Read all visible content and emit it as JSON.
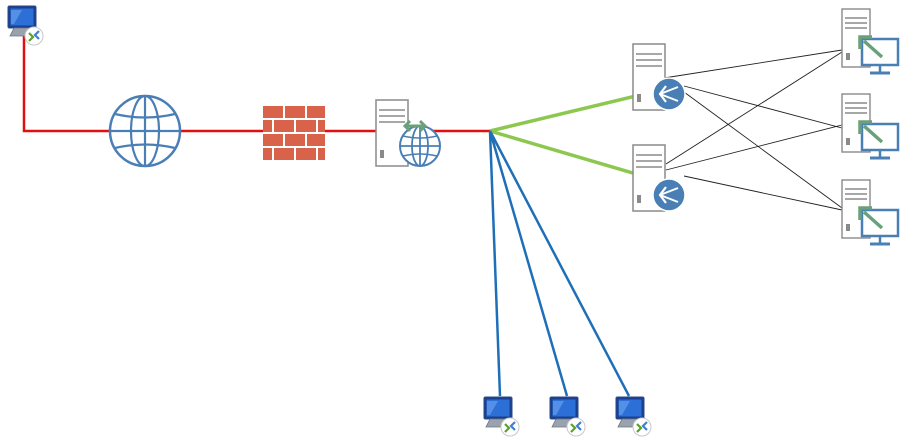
{
  "diagram": {
    "nodes": [
      {
        "id": "remote-client-top",
        "kind": "rdp-client",
        "icon": "remote-desktop-client-icon"
      },
      {
        "id": "internet",
        "kind": "internet",
        "icon": "globe-icon"
      },
      {
        "id": "firewall",
        "kind": "firewall",
        "icon": "brick-firewall-icon"
      },
      {
        "id": "gateway-server",
        "kind": "gateway",
        "icon": "gateway-server-icon"
      },
      {
        "id": "broker-1",
        "kind": "broker",
        "icon": "connection-broker-server-icon"
      },
      {
        "id": "broker-2",
        "kind": "broker",
        "icon": "connection-broker-server-icon"
      },
      {
        "id": "session-host-1",
        "kind": "session-host",
        "icon": "session-host-server-icon"
      },
      {
        "id": "session-host-2",
        "kind": "session-host",
        "icon": "session-host-server-icon"
      },
      {
        "id": "session-host-3",
        "kind": "session-host",
        "icon": "session-host-server-icon"
      },
      {
        "id": "internal-client-1",
        "kind": "rdp-client",
        "icon": "remote-desktop-client-icon"
      },
      {
        "id": "internal-client-2",
        "kind": "rdp-client",
        "icon": "remote-desktop-client-icon"
      },
      {
        "id": "internal-client-3",
        "kind": "rdp-client",
        "icon": "remote-desktop-client-icon"
      }
    ],
    "links": [
      {
        "from": "remote-client-top",
        "to": "internet",
        "style": "external"
      },
      {
        "from": "internet",
        "to": "firewall",
        "style": "external"
      },
      {
        "from": "firewall",
        "to": "gateway-server",
        "style": "external"
      },
      {
        "from": "gateway-server",
        "to": "hub",
        "style": "external"
      },
      {
        "from": "hub",
        "to": "broker-1",
        "style": "broker"
      },
      {
        "from": "hub",
        "to": "broker-2",
        "style": "broker"
      },
      {
        "from": "hub",
        "to": "internal-client-1",
        "style": "internal"
      },
      {
        "from": "hub",
        "to": "internal-client-2",
        "style": "internal"
      },
      {
        "from": "hub",
        "to": "internal-client-3",
        "style": "internal"
      },
      {
        "from": "broker-1",
        "to": "session-host-1",
        "style": "mesh"
      },
      {
        "from": "broker-1",
        "to": "session-host-2",
        "style": "mesh"
      },
      {
        "from": "broker-1",
        "to": "session-host-3",
        "style": "mesh"
      },
      {
        "from": "broker-2",
        "to": "session-host-1",
        "style": "mesh"
      },
      {
        "from": "broker-2",
        "to": "session-host-2",
        "style": "mesh"
      },
      {
        "from": "broker-2",
        "to": "session-host-3",
        "style": "mesh"
      }
    ],
    "colors": {
      "external": "#e01010",
      "broker": "#8cc850",
      "internal": "#1f6fb8",
      "mesh": "#222222",
      "icon_blue": "#4a7fb5",
      "firewall": "#d9634a",
      "server_gray": "#8a8a8a",
      "arrow_green": "#6aa07a"
    }
  }
}
